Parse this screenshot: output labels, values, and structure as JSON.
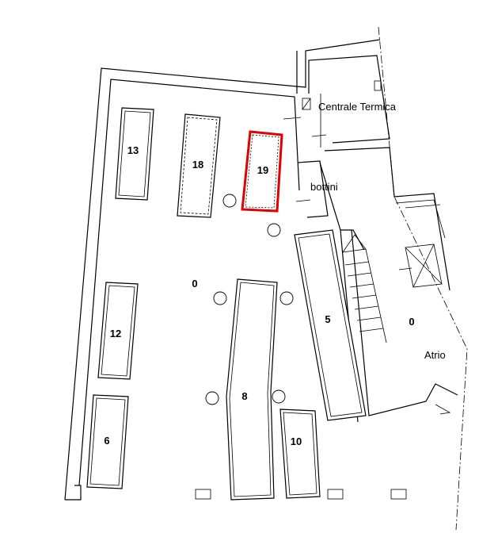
{
  "plan": {
    "rooms": {
      "centrale_termica": "Centrale Termica",
      "bottini": "bottini",
      "atrio": "Atrio",
      "atrio_level": "0",
      "main_level": "0"
    },
    "booths": [
      {
        "id": "13"
      },
      {
        "id": "18"
      },
      {
        "id": "19",
        "highlighted": true
      },
      {
        "id": "12"
      },
      {
        "id": "5"
      },
      {
        "id": "8"
      },
      {
        "id": "6"
      },
      {
        "id": "10"
      }
    ],
    "highlight_color": "#e00000"
  }
}
